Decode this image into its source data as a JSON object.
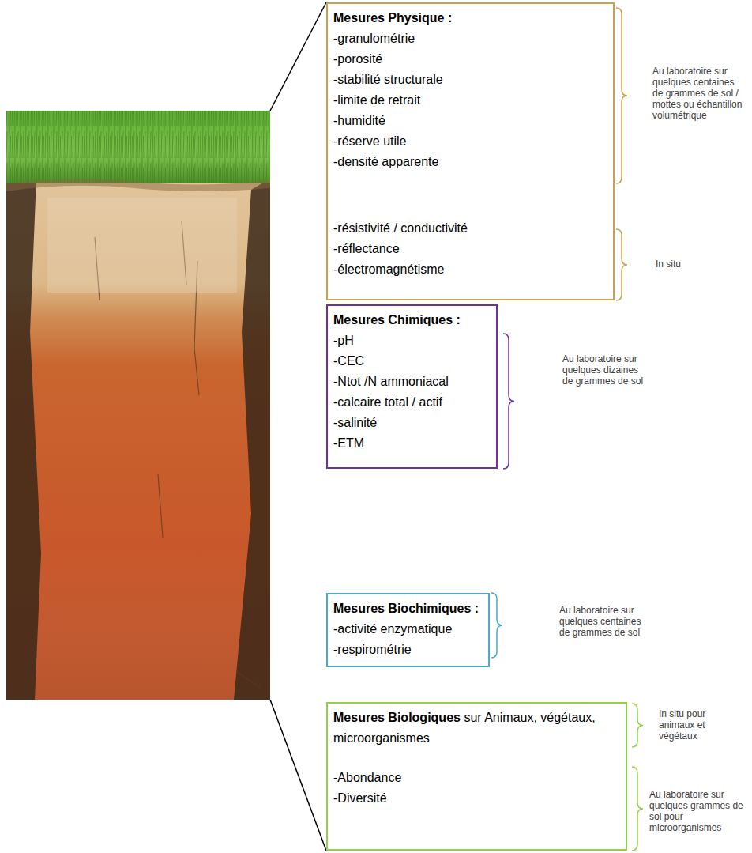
{
  "diagram": {
    "nodes": [
      {
        "text": [
          "Mesures Physique :",
          "-granulométrie",
          "-porosité",
          "-stabilité structurale",
          "-limite de retrait",
          "-humidité",
          "-réserve utile",
          "-densité apparente",
          "-résistivité / conductivité",
          "-réflectance",
          "-électromagnétisme"
        ]
      },
      {
        "text": [
          "Mesures Chimiques :",
          "-pH",
          "-CEC",
          "-Ntot /N ammoniacal",
          "-calcaire total / actif",
          "-salinité",
          "-ETM"
        ]
      },
      {
        "text": [
          "Mesures Biochimiques :",
          "-activité enzymatique",
          "-respirométrie"
        ]
      },
      {
        "text": [
          "Mesures Biologiques",
          "sur Animaux, végétaux, microorganismes",
          "-Abondance",
          "-Diversité"
        ]
      }
    ],
    "labels": [
      "Au laboratoire sur quelques centaines de grammes de sol / mottes ou échantillon volumétrique",
      "In situ",
      "Au laboratoire sur quelques dizaines de grammes de sol",
      "Au laboratoire sur quelques centaines de grammes de sol",
      "In situ pour animaux et végétaux",
      "Au laboratoire sur quelques grammes de sol pour microorganismes"
    ]
  }
}
